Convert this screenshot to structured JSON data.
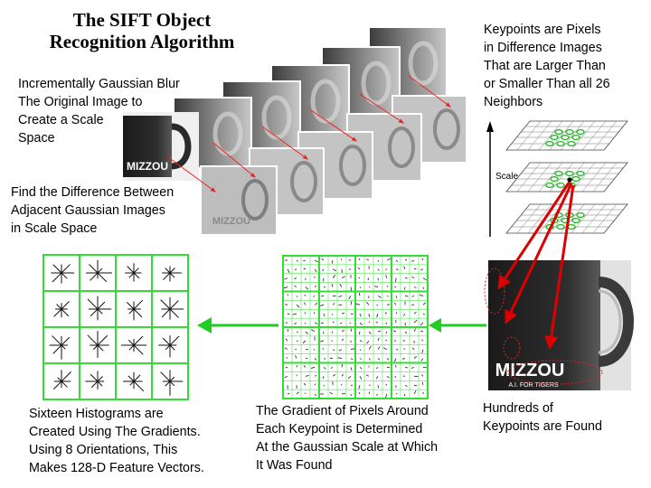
{
  "title": {
    "line1": "The SIFT Object",
    "line2": "Recognition Algorithm"
  },
  "captions": {
    "blur": "Incrementally Gaussian Blur\nThe Original Image to\nCreate a Scale\nSpace",
    "difference": "Find the Difference Between\nAdjacent Gaussian Images\nin Scale Space",
    "keypoints_def": "Keypoints are Pixels\nin Difference Images\nThat are Larger Than\nor Smaller Than all 26\nNeighbors",
    "histograms": "Sixteen Histograms are\nCreated Using The Gradients.\nUsing 8 Orientations, This\nMakes 128-D Feature Vectors.",
    "gradient": "The Gradient of Pixels Around\nEach Keypoint is Determined\nAt the Gaussian Scale at Which\nIt Was Found",
    "found": "Hundreds of\nKeypoints are Found"
  },
  "scale_label": "Scale",
  "mug_logo_text": "MIZZOU",
  "mug_sub_text": "A.I. FOR TIGERS",
  "colors": {
    "grid_green": "#33dd33",
    "flow_arrow": "#22cc22",
    "keypoint_arrow": "#dd0000",
    "red_line": "#ee2222"
  }
}
